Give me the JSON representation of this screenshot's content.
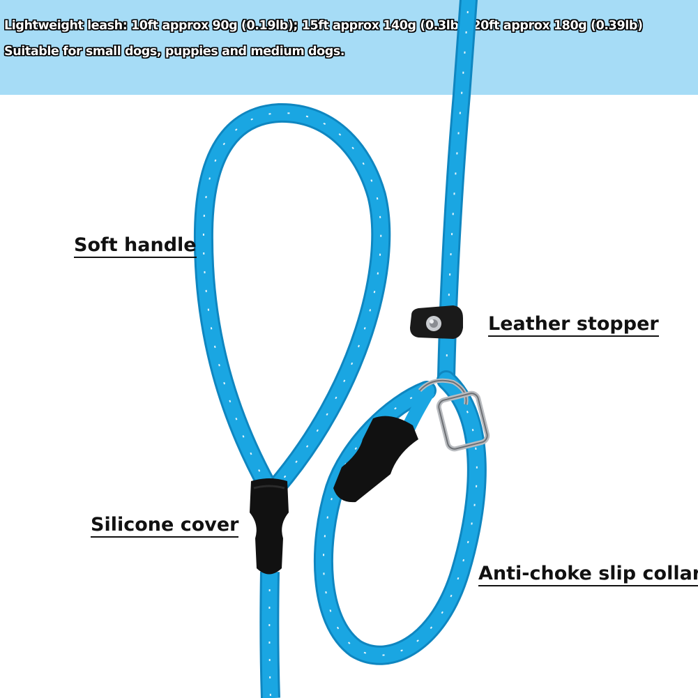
{
  "banner": {
    "line1": "Lightweight leash: 10ft approx 90g (0.19lb); 15ft approx 140g (0.3lb); 20ft approx 180g (0.39lb)",
    "line2": "Suitable for small dogs, puppies and medium dogs."
  },
  "callouts": {
    "soft_handle": "Soft handle",
    "leather_stopper": "Leather stopper",
    "silicone_cover": "Silicone cover",
    "slip_collar": "Anti-choke slip collar"
  },
  "colors": {
    "banner_bg": "#a6dcf6",
    "rope": "#1aa6e2",
    "rope_shade": "#0f86c0",
    "reflective": "#ffffff",
    "silicone": "#111111",
    "leather": "#1a1a1a",
    "metal": "#b9bcc0"
  }
}
